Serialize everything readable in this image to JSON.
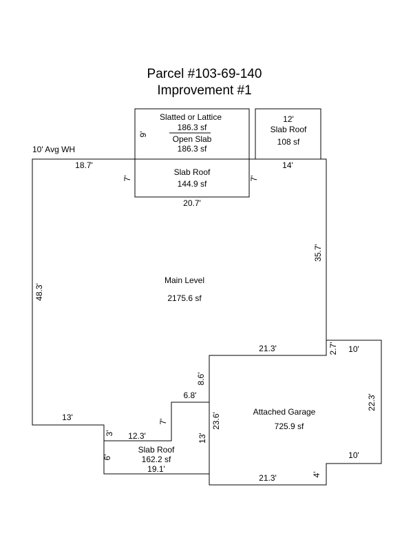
{
  "title": {
    "line1": "Parcel #103-69-140",
    "line2": "Improvement #1"
  },
  "notes": {
    "avg_wall_height": "10' Avg WH"
  },
  "areas": {
    "slatted": {
      "name": "Slatted or Lattice",
      "size": "186.3 sf"
    },
    "open_slab": {
      "name": "Open Slab",
      "size": "186.3 sf"
    },
    "slab_roof_top_right": {
      "dim": "12'",
      "name": "Slab Roof",
      "size": "108 sf"
    },
    "slab_roof_top_center": {
      "name": "Slab Roof",
      "size": "144.9 sf"
    },
    "main_level": {
      "name": "Main Level",
      "size": "2175.6 sf"
    },
    "attached_garage": {
      "name": "Attached Garage",
      "size": "725.9 sf"
    },
    "slab_roof_bottom": {
      "name": "Slab Roof",
      "size": "162.2 sf",
      "dim": "19.1'"
    }
  },
  "dimensions": {
    "d_9": "9'",
    "d_18_7": "18.7'",
    "d_7_left": "7'",
    "d_7_right": "7'",
    "d_14": "14'",
    "d_20_7": "20.7'",
    "d_35_7": "35.7'",
    "d_48_3": "48.3'",
    "d_21_3_top": "21.3'",
    "d_2_7": "2.7'",
    "d_10_top": "10'",
    "d_8_6": "8.6'",
    "d_22_3": "22.3'",
    "d_6_8": "6.8'",
    "d_23_6": "23.6'",
    "d_13_h": "13'",
    "d_7_small": "7'",
    "d_3": "3'",
    "d_12_3": "12.3'",
    "d_13_v": "13'",
    "d_10_bottom": "10'",
    "d_6": "6'",
    "d_21_3_bottom": "21.3'",
    "d_4": "4'"
  }
}
